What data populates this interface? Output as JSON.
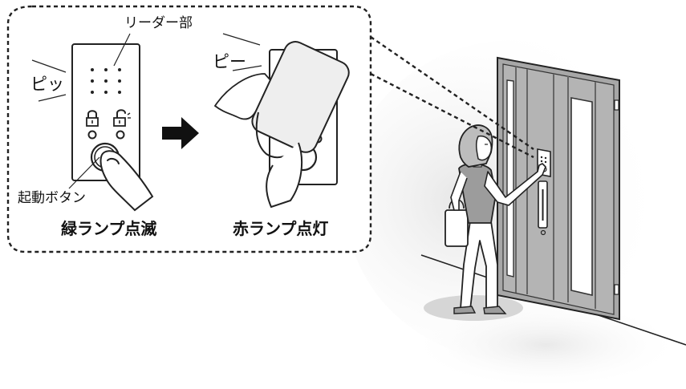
{
  "labels": {
    "reader": "リーダー部",
    "beep_short": "ピッ",
    "beep_long": "ピー",
    "start_button": "起動ボタン",
    "green_blink": "緑ランプ点滅",
    "red_on": "赤ランプ点灯"
  },
  "colors": {
    "ink": "#222222",
    "door_gray": "#a7a7a7",
    "floor_shadow": "#e3e3e3",
    "wall_shadow": "#eeeeee",
    "skin": "#ffffff",
    "shirt": "#9c9c9c",
    "hair": "#bdbdbd",
    "card": "#eeeeee"
  },
  "icons": [
    "lock-closed-icon",
    "lock-open-icon",
    "arrow-right-icon"
  ]
}
